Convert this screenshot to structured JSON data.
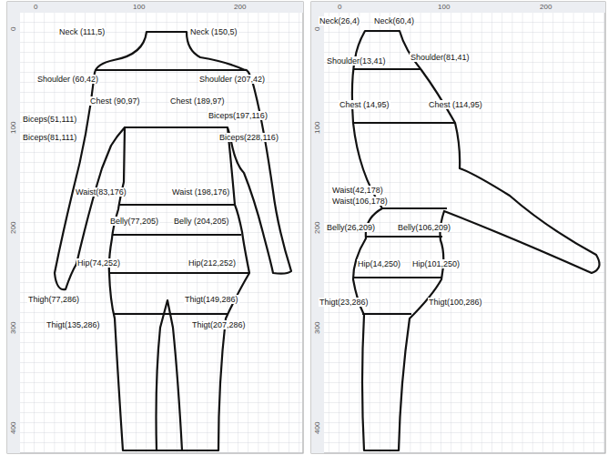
{
  "diagram": {
    "labels": [
      "0",
      "100",
      "200",
      "0",
      "100",
      "200",
      "300",
      "400",
      "Neck (111,5)",
      "Neck (150,5)",
      "Shoulder (60,42)",
      "Shoulder (207,42)",
      "Chest (90,97)",
      "Chest (189,97)",
      "Biceps(51,111)",
      "Biceps(197,116)",
      "Biceps(81,111)",
      "Biceps(228,116)",
      "Waist(83,176)",
      "Waist (198,176)",
      "Belly(77,205)",
      "Belly (204,205)",
      "Hip(74,252)",
      "Hip(212,252)",
      "Thigh(77,286)",
      "Thigt(149,286)",
      "Thigt(135,286)",
      "Thigt(207,286)",
      "0",
      "100",
      "200",
      "0",
      "100",
      "200",
      "300",
      "400",
      "Neck(26,4)",
      "Neck(60,4)",
      "Shoulder(13,41)",
      "Shoulder(81,41)",
      "Chest (14,95)",
      "Chest (114,95)",
      "Waist(42,178)",
      "Waist(106,178)",
      "Belly(26,209)",
      "Belly(106,209)",
      "Hip(14,250)",
      "Hip(101,250)",
      "Thigt(23,286)",
      "Thigt(100,286)"
    ]
  }
}
